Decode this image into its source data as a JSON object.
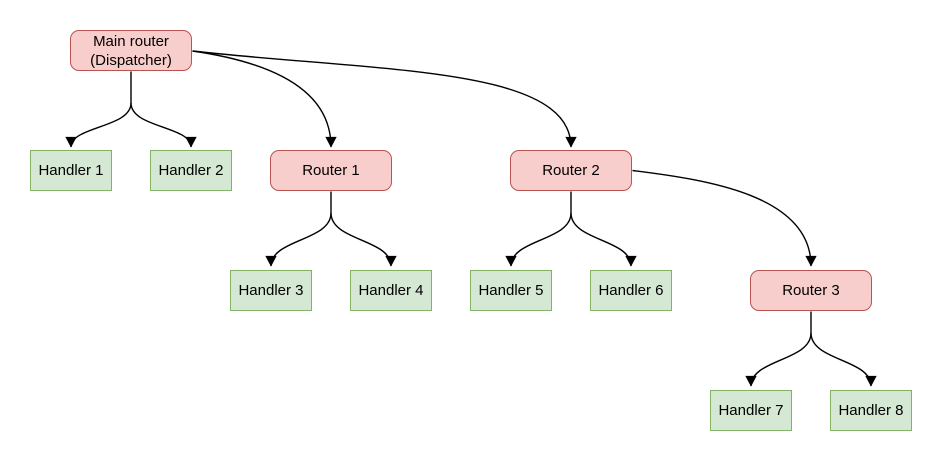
{
  "diagram": {
    "background": "#ffffff",
    "colors": {
      "router_fill": "#f8cecc",
      "router_border": "#b85450",
      "handler_fill": "#d5e8d4",
      "handler_border": "#82b366",
      "edge": "#000000",
      "text": "#000000"
    },
    "nodes": [
      {
        "id": "main-router",
        "type": "router",
        "label": "Main router\n(Dispatcher)"
      },
      {
        "id": "handler-1",
        "type": "handler",
        "label": "Handler 1"
      },
      {
        "id": "handler-2",
        "type": "handler",
        "label": "Handler 2"
      },
      {
        "id": "router-1",
        "type": "router",
        "label": "Router 1"
      },
      {
        "id": "router-2",
        "type": "router",
        "label": "Router 2"
      },
      {
        "id": "handler-3",
        "type": "handler",
        "label": "Handler 3"
      },
      {
        "id": "handler-4",
        "type": "handler",
        "label": "Handler 4"
      },
      {
        "id": "handler-5",
        "type": "handler",
        "label": "Handler 5"
      },
      {
        "id": "handler-6",
        "type": "handler",
        "label": "Handler 6"
      },
      {
        "id": "router-3",
        "type": "router",
        "label": "Router 3"
      },
      {
        "id": "handler-7",
        "type": "handler",
        "label": "Handler 7"
      },
      {
        "id": "handler-8",
        "type": "handler",
        "label": "Handler 8"
      }
    ],
    "edges": [
      {
        "from": "Main router (Dispatcher)",
        "to": "Handler 1"
      },
      {
        "from": "Main router (Dispatcher)",
        "to": "Handler 2"
      },
      {
        "from": "Main router (Dispatcher)",
        "to": "Router 1"
      },
      {
        "from": "Main router (Dispatcher)",
        "to": "Router 2"
      },
      {
        "from": "Router 1",
        "to": "Handler 3"
      },
      {
        "from": "Router 1",
        "to": "Handler 4"
      },
      {
        "from": "Router 2",
        "to": "Handler 5"
      },
      {
        "from": "Router 2",
        "to": "Handler 6"
      },
      {
        "from": "Router 2",
        "to": "Router 3"
      },
      {
        "from": "Router 3",
        "to": "Handler 7"
      },
      {
        "from": "Router 3",
        "to": "Handler 8"
      }
    ]
  }
}
